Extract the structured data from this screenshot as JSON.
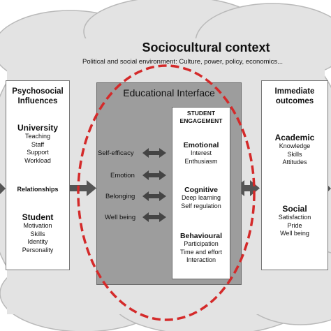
{
  "title": "Sociocultural context",
  "subtitle": "Political and social environment: Culture, power, policy, economics...",
  "psychosocial": {
    "heading": [
      "Psychosocial",
      "Influences"
    ],
    "university": {
      "label": "University",
      "items": [
        "Teaching",
        "Staff",
        "Support",
        "Workload"
      ]
    },
    "relationships": "Relationships",
    "student": {
      "label": "Student",
      "items": [
        "Motivation",
        "Skills",
        "Identity",
        "Personality"
      ]
    }
  },
  "interface": {
    "title": "Educational Interface",
    "factors": [
      "Self-efficacy",
      "Emotion",
      "Belonging",
      "Well being"
    ]
  },
  "engagement": {
    "heading": [
      "STUDENT",
      "ENGAGEMENT"
    ],
    "emotional": {
      "label": "Emotional",
      "items": [
        "Interest",
        "Enthusiasm"
      ]
    },
    "cognitive": {
      "label": "Cognitive",
      "items": [
        "Deep learning",
        "Self regulation"
      ]
    },
    "behavioural": {
      "label": "Behavioural",
      "items": [
        "Participation",
        "Time and effort",
        "Interaction"
      ]
    }
  },
  "outcomes": {
    "heading": [
      "Immediate",
      "outcomes"
    ],
    "academic": {
      "label": "Academic",
      "items": [
        "Knowledge",
        "Skills",
        "Attitudes"
      ]
    },
    "social": {
      "label": "Social",
      "items": [
        "Satisfaction",
        "Pride",
        "Well being"
      ]
    }
  },
  "colors": {
    "cloud": "#e3e3e3",
    "cloud_edge": "#b9b9b9",
    "interface_bg": "#9d9d9d",
    "ellipse": "#d42a2a",
    "arrow": "#555555"
  }
}
